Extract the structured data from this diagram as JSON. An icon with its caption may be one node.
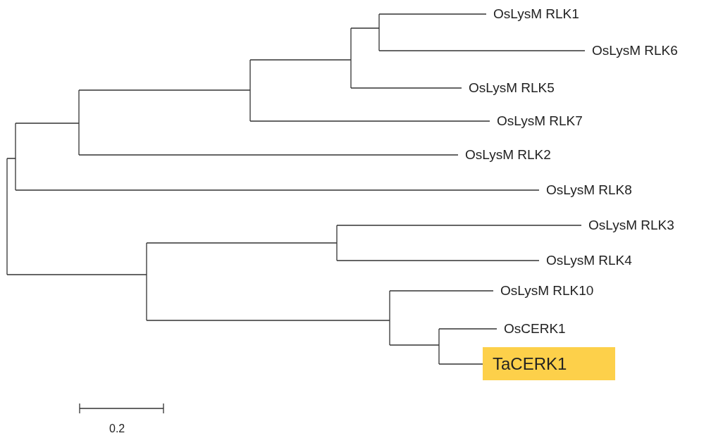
{
  "diagram": {
    "nodes": [
      {
        "text": [
          "TaCERK1"
        ]
      }
    ],
    "labels": [
      "OsLysM RLK1",
      "OsLysM RLK6",
      "OsLysM RLK5",
      "OsLysM RLK7",
      "OsLysM RLK2",
      "OsLysM RLK8",
      "OsLysM RLK3",
      "OsLysM RLK4",
      "OsLysM RLK10",
      "OsCERK1",
      "0.2"
    ]
  }
}
